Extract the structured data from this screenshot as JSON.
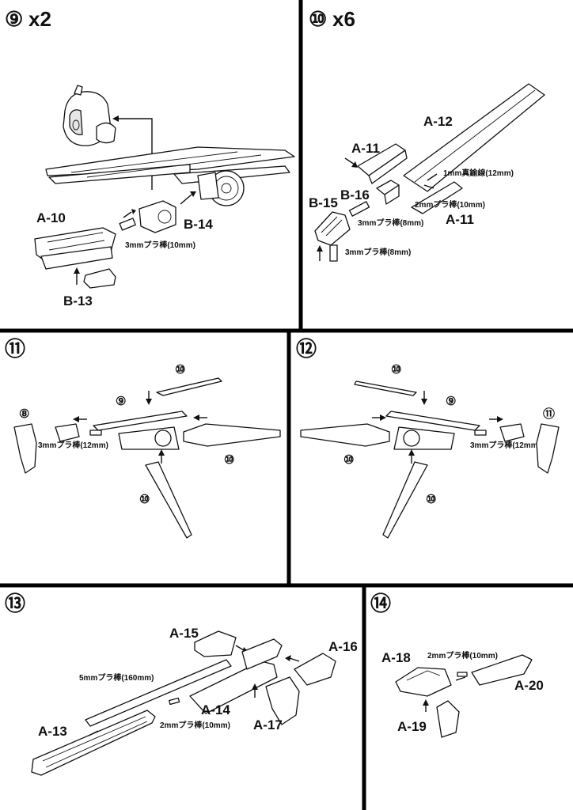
{
  "steps": {
    "s9": {
      "num": "⑨",
      "mult": "x2",
      "labels": {
        "a10": "A-10",
        "b13": "B-13",
        "b14": "B-14"
      },
      "notes": {
        "rod": "3mmプラ棒(10mm)"
      }
    },
    "s10": {
      "num": "⑩",
      "mult": "x6",
      "labels": {
        "a12": "A-12",
        "a11a": "A-11",
        "a11b": "A-11",
        "b16": "B-16",
        "b15": "B-15"
      },
      "notes": {
        "wire": "1mm真鍮線(12mm)",
        "rod2": "2mmプラ棒(10mm)",
        "rod3a": "3mmプラ棒(8mm)",
        "rod3b": "3mmプラ棒(8mm)"
      }
    },
    "s11": {
      "num": "⑪",
      "refs": {
        "r10a": "⑩",
        "r9": "⑨",
        "r8": "⑧",
        "r10b": "⑩",
        "r10c": "⑩"
      },
      "notes": {
        "rod": "3mmプラ棒(12mm)"
      }
    },
    "s12": {
      "num": "⑫",
      "refs": {
        "r10a": "⑩",
        "r9": "⑨",
        "r11": "⑪",
        "r10b": "⑩",
        "r10c": "⑩"
      },
      "notes": {
        "rod": "3mmプラ棒(12mm)"
      }
    },
    "s13": {
      "num": "⑬",
      "labels": {
        "a15": "A-15",
        "a16": "A-16",
        "a14": "A-14",
        "a17": "A-17",
        "a13": "A-13"
      },
      "notes": {
        "rod5": "5mmプラ棒(160mm)",
        "rod2": "2mmプラ棒(10mm)"
      }
    },
    "s14": {
      "num": "⑭",
      "labels": {
        "a18": "A-18",
        "a20": "A-20",
        "a19": "A-19"
      },
      "notes": {
        "rod2": "2mmプラ棒(10mm)"
      }
    }
  }
}
